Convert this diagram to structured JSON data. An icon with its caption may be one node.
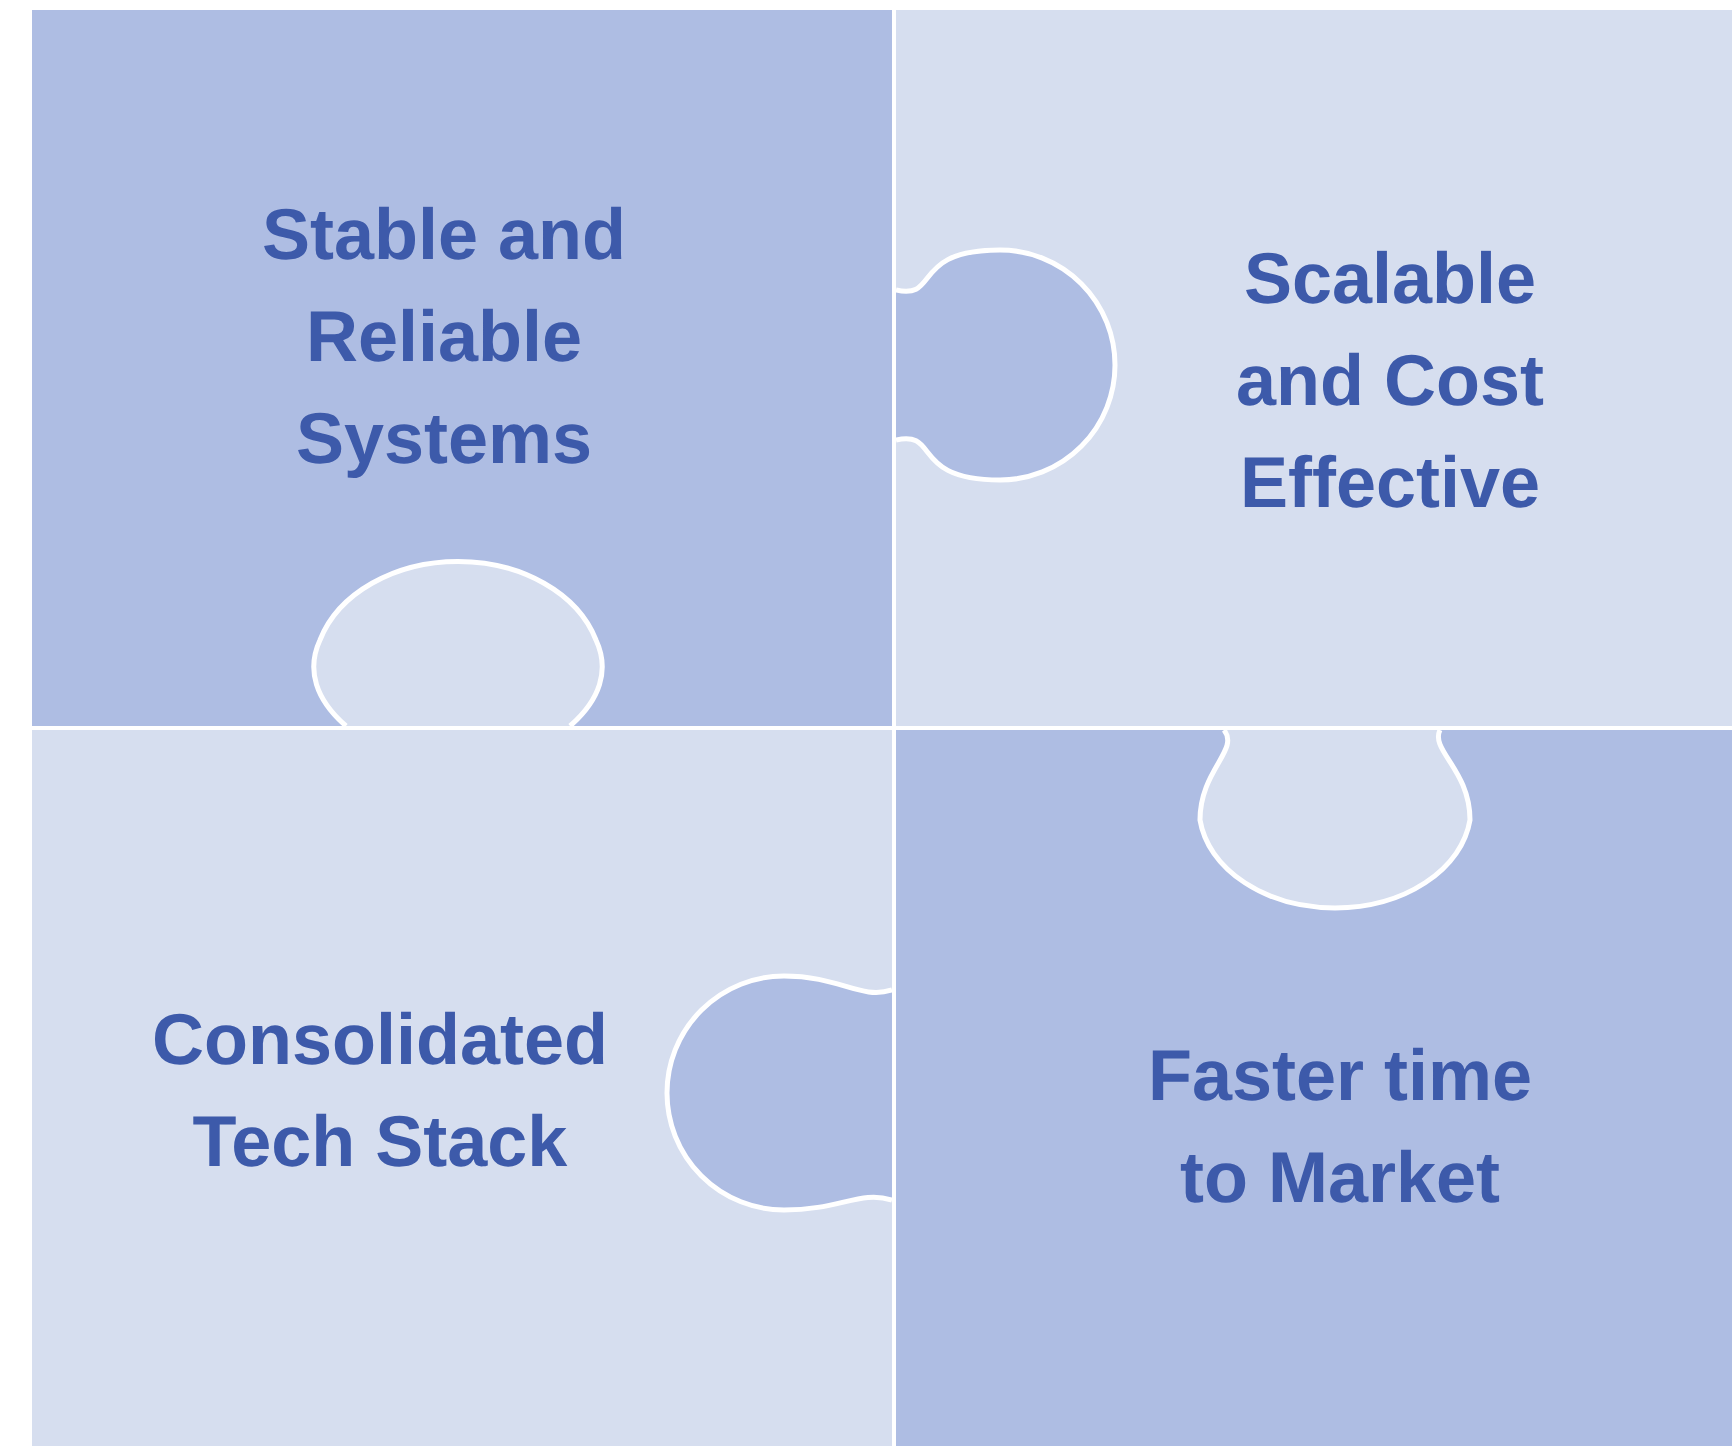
{
  "diagram": {
    "nodes": [
      {
        "text": [
          "Stable and Reliable Systems"
        ]
      },
      {
        "text": [
          "Scalable and Cost Effective"
        ]
      },
      {
        "text": [
          "Consolidated Tech Stack"
        ]
      },
      {
        "text": [
          "Faster time to Market"
        ]
      }
    ]
  }
}
